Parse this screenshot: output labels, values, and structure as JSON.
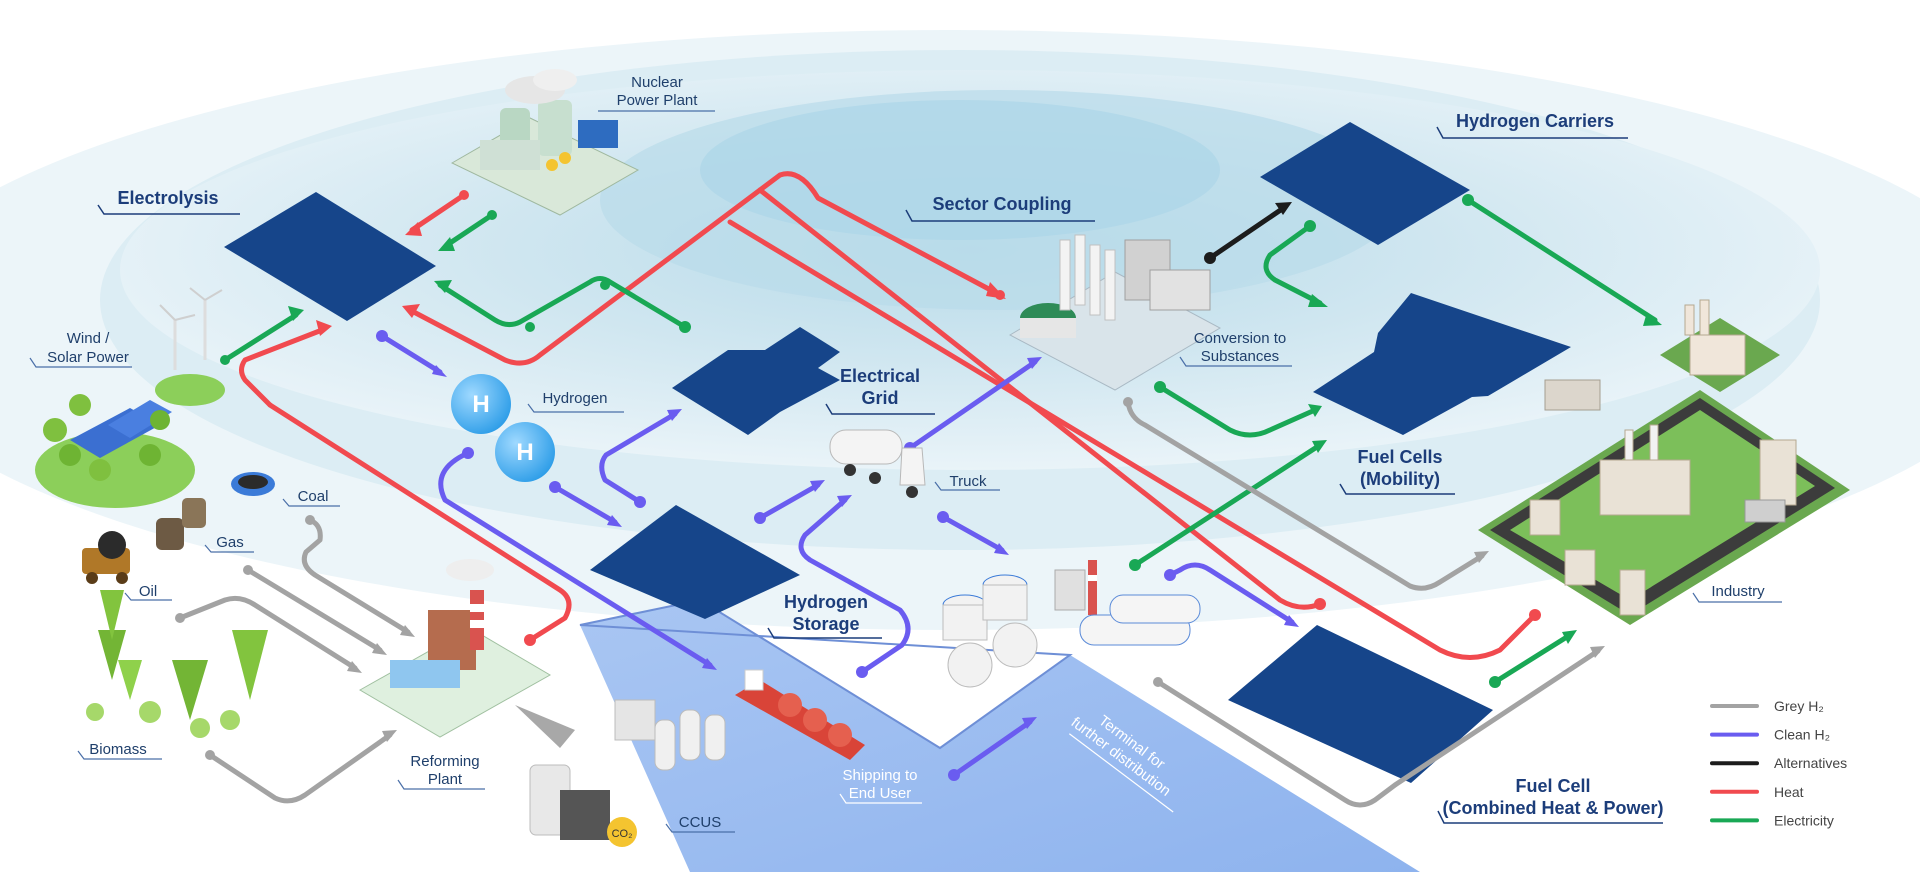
{
  "colors": {
    "grey": "#a3a3a3",
    "clean": "#6a5cf0",
    "alternatives": "#1c1c1c",
    "heat": "#f14a4f",
    "electricity": "#19a855",
    "navy": "#16458a",
    "sea": "#9bbcf0",
    "ground": "#e8f3f8"
  },
  "labels": {
    "nuclear": [
      "Nuclear",
      "Power Plant"
    ],
    "electrolysis": "Electrolysis",
    "sector_coupling": "Sector Coupling",
    "hydrogen_carriers": "Hydrogen Carriers",
    "wind_solar": [
      "Wind /",
      "Solar Power"
    ],
    "hydrogen": "Hydrogen",
    "electrical_grid": [
      "Electrical",
      "Grid"
    ],
    "conversion": [
      "Conversion to",
      "Substances"
    ],
    "fuel_cells_mobility": [
      "Fuel Cells",
      "(Mobility)"
    ],
    "truck": "Truck",
    "coal": "Coal",
    "gas": "Gas",
    "oil": "Oil",
    "hydrogen_storage": [
      "Hydrogen",
      "Storage"
    ],
    "industry": "Industry",
    "biomass": "Biomass",
    "reforming": [
      "Reforming",
      "Plant"
    ],
    "ccus": "CCUS",
    "shipping": [
      "Shipping to",
      "End User"
    ],
    "terminal": [
      "Terminal for",
      "further distribution"
    ],
    "fuel_cell_chp": [
      "Fuel Cell",
      "(Combined Heat & Power)"
    ]
  },
  "icons": {
    "hydrogen_molecule": "H",
    "co2": "CO₂"
  },
  "legend": [
    {
      "label": "Grey H₂",
      "color": "#a3a3a3"
    },
    {
      "label": "Clean H₂",
      "color": "#6a5cf0"
    },
    {
      "label": "Alternatives",
      "color": "#1c1c1c"
    },
    {
      "label": "Heat",
      "color": "#f14a4f"
    },
    {
      "label": "Electricity",
      "color": "#19a855"
    }
  ]
}
